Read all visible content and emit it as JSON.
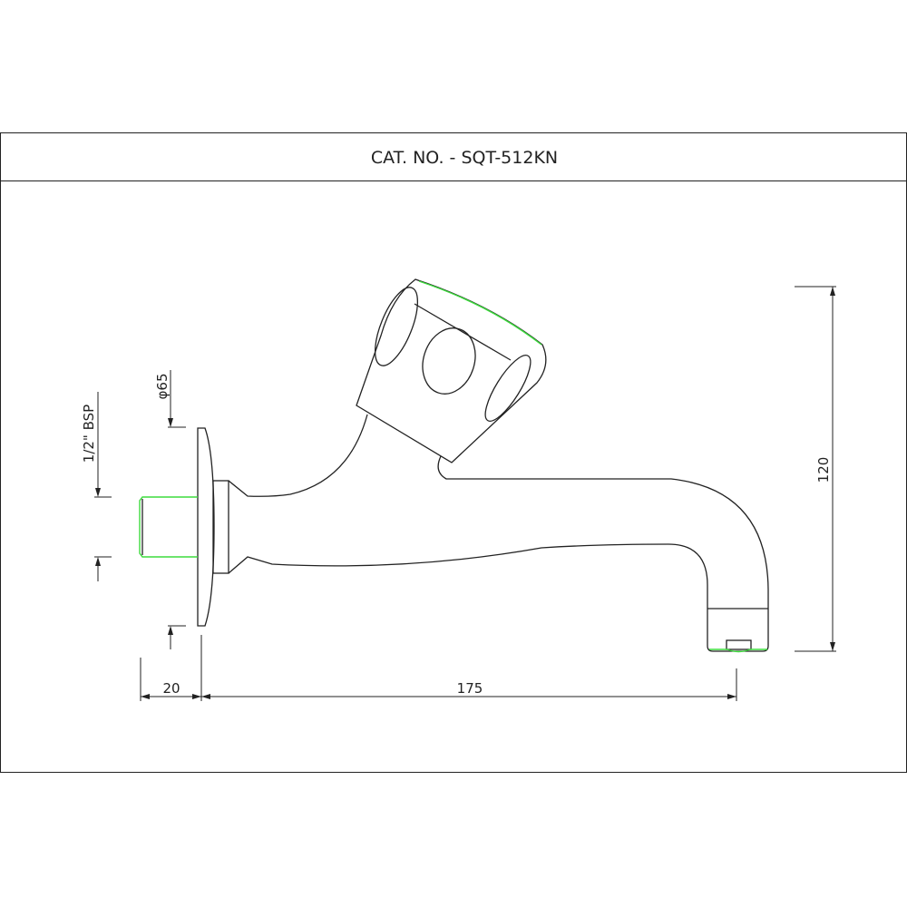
{
  "title": "CAT. NO. - SQT-512KN",
  "dimensions": {
    "thread": "1/2\" BSP",
    "flange_diameter": "φ65",
    "thread_length": "20",
    "spout_reach": "175",
    "height": "120"
  },
  "colors": {
    "line": "#222222",
    "highlight": "#3ddc3d"
  }
}
